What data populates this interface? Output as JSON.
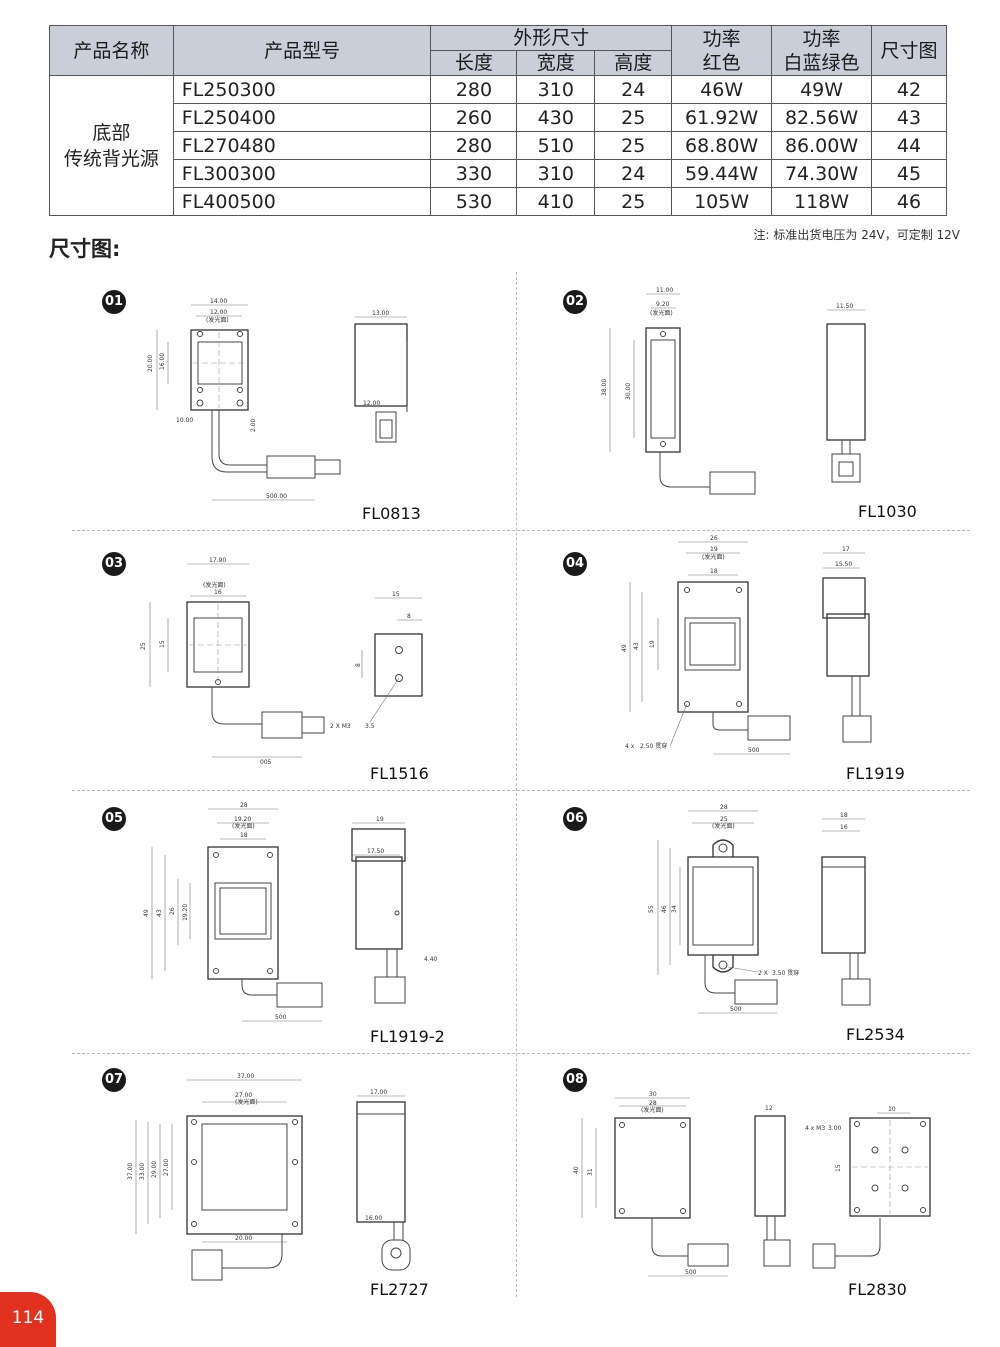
{
  "table": {
    "headers": {
      "name": "产品名称",
      "model": "产品型号",
      "outline": "外形尺寸",
      "length": "长度",
      "width": "宽度",
      "height": "高度",
      "power_red_l1": "功率",
      "power_red_l2": "红色",
      "power_wbg_l1": "功率",
      "power_wbg_l2": "白蓝绿色",
      "drawing": "尺寸图"
    },
    "category_l1": "底部",
    "category_l2": "传统背光源",
    "rows": [
      {
        "model": "FL250300",
        "length": "280",
        "width": "310",
        "height": "24",
        "power_red": "46W",
        "power_wbg": "49W",
        "page": "42"
      },
      {
        "model": "FL250400",
        "length": "260",
        "width": "430",
        "height": "25",
        "power_red": "61.92W",
        "power_wbg": "82.56W",
        "page": "43"
      },
      {
        "model": "FL270480",
        "length": "280",
        "width": "510",
        "height": "25",
        "power_red": "68.80W",
        "power_wbg": "86.00W",
        "page": "44"
      },
      {
        "model": "FL300300",
        "length": "330",
        "width": "310",
        "height": "24",
        "power_red": "59.44W",
        "power_wbg": "74.30W",
        "page": "45"
      },
      {
        "model": "FL400500",
        "length": "530",
        "width": "410",
        "height": "25",
        "power_red": "105W",
        "power_wbg": "118W",
        "page": "46"
      }
    ]
  },
  "note": "注: 标准出货电压为 24V，可定制 12V",
  "section_title": "尺寸图:",
  "drawings": [
    {
      "num": "01",
      "model": "FL0813",
      "dims": {
        "a": "14.00",
        "b": "12.00",
        "c": "(发光面)",
        "d": "20.00",
        "e": "16.00",
        "f": "10.00",
        "g": "2.00",
        "h": "500.00",
        "i": "13.00",
        "j": "12.00"
      }
    },
    {
      "num": "02",
      "model": "FL1030",
      "dims": {
        "a": "11.00",
        "b": "9.20",
        "c": "(发光面)",
        "d": "38.00",
        "e": "30.00",
        "f": "11.50"
      }
    },
    {
      "num": "03",
      "model": "FL1516",
      "dims": {
        "a": "17.90",
        "b": "(发光面)",
        "c": "16",
        "d": "25",
        "e": "15",
        "f": "005",
        "g": "15",
        "h": "8",
        "i": "8",
        "j": "2 X M3",
        "k": "3.5"
      }
    },
    {
      "num": "04",
      "model": "FL1919",
      "dims": {
        "a": "26",
        "b": "19",
        "c": "(发光面)",
        "d": "18",
        "e": "49",
        "f": "43",
        "g": "19",
        "h": "4 x",
        "i": "2.50 贯穿",
        "j": "500",
        "k": "17",
        "l": "15.50"
      }
    },
    {
      "num": "05",
      "model": "FL1919-2",
      "dims": {
        "a": "28",
        "b": "19.20",
        "c": "(发光面)",
        "d": "18",
        "e": "49",
        "f": "43",
        "g": "26",
        "h": "19.20",
        "i": "500",
        "j": "19",
        "k": "17.50",
        "l": "4.40"
      }
    },
    {
      "num": "06",
      "model": "FL2534",
      "dims": {
        "a": "28",
        "b": "25",
        "c": "(发光面)",
        "d": "55",
        "e": "46",
        "f": "34",
        "g": "2 X",
        "h": "3.50 贯穿",
        "i": "500",
        "j": "18",
        "k": "16"
      }
    },
    {
      "num": "07",
      "model": "FL2727",
      "dims": {
        "a": "37.00",
        "b": "27.00",
        "c": "(发光面)",
        "d": "37.00",
        "e": "33.00",
        "f": "29.00",
        "g": "27.00",
        "h": "20.00",
        "i": "17.00",
        "j": "16.00"
      }
    },
    {
      "num": "08",
      "model": "FL2830",
      "dims": {
        "a": "30",
        "b": "28",
        "c": "(发光面)",
        "d": "40",
        "e": "31",
        "f": "500",
        "g": "12",
        "h": "4 x M3",
        "i": "3.00",
        "j": "10",
        "k": "15"
      }
    }
  ],
  "page_number": "114"
}
